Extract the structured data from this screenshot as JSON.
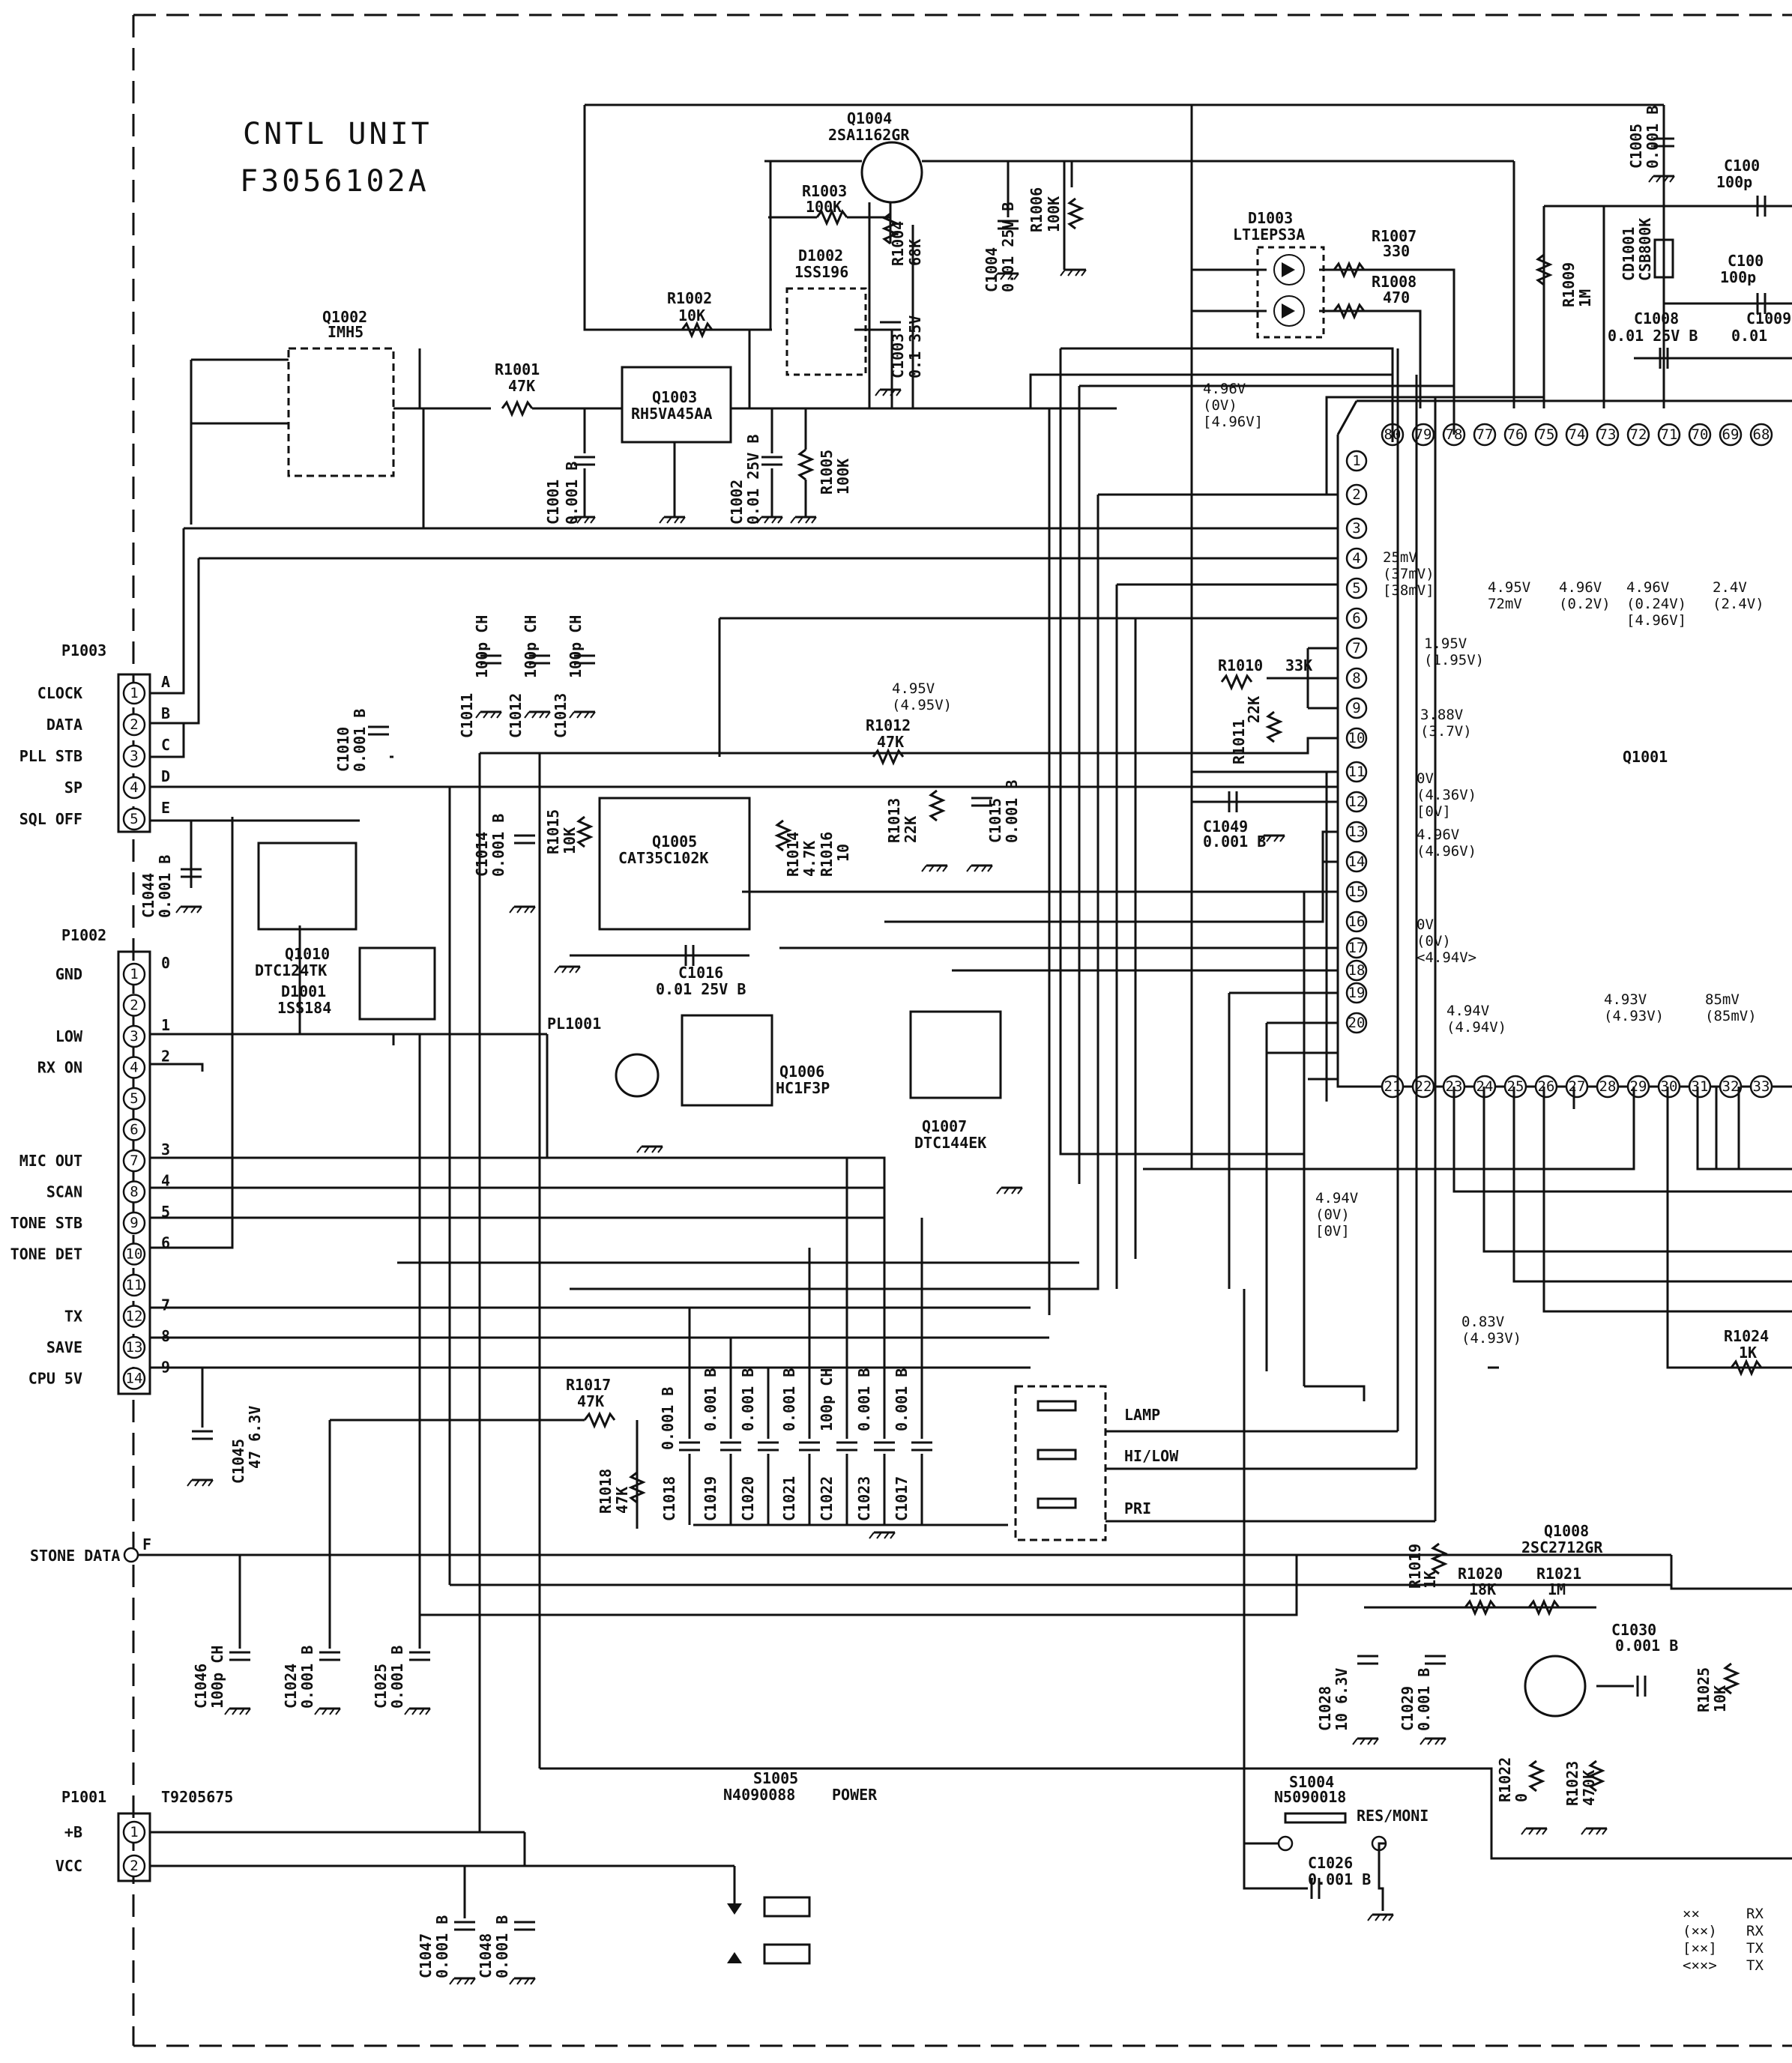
{
  "title": {
    "line1": "CNTL UNIT",
    "line2": "F3056102A"
  },
  "p1003": {
    "ref": "P1003",
    "pins": [
      {
        "n": "1",
        "label": "CLOCK",
        "wire": "A"
      },
      {
        "n": "2",
        "label": "DATA",
        "wire": "B"
      },
      {
        "n": "3",
        "label": "PLL STB",
        "wire": "C"
      },
      {
        "n": "4",
        "label": "SP",
        "wire": "D"
      },
      {
        "n": "5",
        "label": "SQL OFF",
        "wire": "E"
      }
    ]
  },
  "p1002": {
    "ref": "P1002",
    "pins": [
      {
        "n": "1",
        "label": "GND",
        "wire": "0"
      },
      {
        "n": "2",
        "label": "",
        "wire": ""
      },
      {
        "n": "3",
        "label": "LOW",
        "wire": "1"
      },
      {
        "n": "4",
        "label": "RX ON",
        "wire": "2"
      },
      {
        "n": "5",
        "label": "",
        "wire": ""
      },
      {
        "n": "6",
        "label": "",
        "wire": ""
      },
      {
        "n": "7",
        "label": "MIC OUT",
        "wire": "3"
      },
      {
        "n": "8",
        "label": "SCAN",
        "wire": "4"
      },
      {
        "n": "9",
        "label": "TONE STB",
        "wire": "5"
      },
      {
        "n": "10",
        "label": "TONE DET",
        "wire": "6"
      },
      {
        "n": "11",
        "label": "",
        "wire": ""
      },
      {
        "n": "12",
        "label": "TX",
        "wire": "7"
      },
      {
        "n": "13",
        "label": "SAVE",
        "wire": "8"
      },
      {
        "n": "14",
        "label": "CPU 5V",
        "wire": "9"
      }
    ]
  },
  "p1001": {
    "ref": "P1001",
    "part": "T9205675",
    "pins": [
      {
        "n": "1",
        "label": "+B"
      },
      {
        "n": "2",
        "label": "VCC"
      }
    ]
  },
  "stone": {
    "label": "STONE DATA",
    "wire": "F"
  },
  "components": {
    "q1004": [
      "Q1004",
      "2SA1162GR"
    ],
    "q1002": [
      "Q1002",
      "IMH5"
    ],
    "q1003": [
      "Q1003",
      "RH5VA45AA"
    ],
    "q1005": [
      "Q1005",
      "CAT35C102K"
    ],
    "q1006": [
      "Q1006",
      "HC1F3P"
    ],
    "q1007": [
      "Q1007",
      "DTC144EK"
    ],
    "q1010": [
      "Q1010",
      "DTC124TK"
    ],
    "d1001": [
      "D1001",
      "1SS184"
    ],
    "d1002": [
      "D1002",
      "1SS196"
    ],
    "d1003": [
      "D1003",
      "LT1EPS3A"
    ],
    "q1008": [
      "Q1008",
      "2SC2712GR"
    ],
    "q1001": "Q1001",
    "pl1001": "PL1001",
    "s1004": [
      "S1004",
      "N5090018",
      "RES/MONI"
    ],
    "s1005": [
      "S1005",
      "N4090088",
      "POWER"
    ],
    "r1001": [
      "R1001",
      "47K"
    ],
    "r1002": [
      "R1002",
      "10K"
    ],
    "r1003": [
      "R1003",
      "100K"
    ],
    "r1004": [
      "R1004",
      "68K"
    ],
    "r1005": [
      "R1005",
      "100K"
    ],
    "r1006": [
      "R1006",
      "100K"
    ],
    "r1007": [
      "R1007",
      "330"
    ],
    "r1008": [
      "R1008",
      "470"
    ],
    "r1009": [
      "R1009",
      "1M"
    ],
    "r1010": [
      "R1010",
      "33K"
    ],
    "r1011": [
      "R1011",
      "22K"
    ],
    "r1012": [
      "R1012",
      "47K"
    ],
    "r1013": [
      "R1013",
      "22K"
    ],
    "r1014": [
      "R1014",
      "4.7K"
    ],
    "r1015": [
      "R1015",
      "10K"
    ],
    "r1016": [
      "R1016",
      "10"
    ],
    "r1017": [
      "R1017",
      "47K"
    ],
    "r1018": [
      "R1018",
      "47K"
    ],
    "r1019": [
      "R1019",
      "1K"
    ],
    "r1020": [
      "R1020",
      "18K"
    ],
    "r1021": [
      "R1021",
      "1M"
    ],
    "r1022": [
      "R1022",
      "0"
    ],
    "r1023": [
      "R1023",
      "470K"
    ],
    "r1024": [
      "R1024",
      "1K"
    ],
    "r1025": [
      "R1025",
      "10K"
    ],
    "c1001": [
      "C1001",
      "0.001 B"
    ],
    "c1002": [
      "C1002",
      "0.01 25V B"
    ],
    "c1003": [
      "C1003",
      "0.1 35V"
    ],
    "c1004": [
      "C1004",
      "0.01 25V B"
    ],
    "c1005": [
      "C1005",
      "0.001 B"
    ],
    "c1008": [
      "C1008",
      "0.01 25V B"
    ],
    "c1009": [
      "C1009",
      "0.01"
    ],
    "c1010": [
      "C1010",
      "0.001 B"
    ],
    "c1011": [
      "C1011",
      "100p CH"
    ],
    "c1012": [
      "C1012",
      "100p CH"
    ],
    "c1013": [
      "C1013",
      "100p CH"
    ],
    "c1014": [
      "C1014",
      "0.001 B"
    ],
    "c1015": [
      "C1015",
      "0.001 B"
    ],
    "c1016": [
      "C1016",
      "0.01 25V B"
    ],
    "c1017": [
      "C1017",
      "0.001 B"
    ],
    "c1018": [
      "C1018",
      "0.001 B"
    ],
    "c1019": [
      "C1019",
      "0.001 B"
    ],
    "c1020": [
      "C1020",
      "0.001 B"
    ],
    "c1021": [
      "C1021",
      "0.001 B"
    ],
    "c1022": [
      "C1022",
      "100p CH"
    ],
    "c1023": [
      "C1023",
      "0.001 B"
    ],
    "c1024": [
      "C1024",
      "0.001 B"
    ],
    "c1025": [
      "C1025",
      "0.001 B"
    ],
    "c1026": [
      "C1026",
      "0.001 B"
    ],
    "c1028": [
      "C1028",
      "10 6.3V"
    ],
    "c1029": [
      "C1029",
      "0.001 B"
    ],
    "c1030": [
      "C1030",
      "0.001 B"
    ],
    "c1044": [
      "C1044",
      "0.001 B"
    ],
    "c1045": [
      "C1045",
      "47 6.3V"
    ],
    "c1046": [
      "C1046",
      "100p CH"
    ],
    "c1047": [
      "C1047",
      "0.001 B"
    ],
    "c1048": [
      "C1048",
      "0.001 B"
    ],
    "c1049": [
      "C1049",
      "0.001 B"
    ],
    "cd1001": [
      "CD1001",
      "CSB800K"
    ],
    "c100a": [
      "C100",
      "100p"
    ],
    "c100b": [
      "C100",
      "100p"
    ]
  },
  "switches": [
    "LAMP",
    "HI/LOW",
    "PRI"
  ],
  "q1001_left_pins": [
    "1",
    "2",
    "3",
    "4",
    "5",
    "6",
    "7",
    "8",
    "9",
    "10",
    "11",
    "12",
    "13",
    "14",
    "15",
    "16",
    "17",
    "18",
    "19",
    "20"
  ],
  "q1001_top_pins": [
    "80",
    "79",
    "78",
    "77",
    "76",
    "75",
    "74",
    "73",
    "72",
    "71",
    "70",
    "69",
    "68"
  ],
  "q1001_bottom_pins": [
    "21",
    "22",
    "23",
    "24",
    "25",
    "26",
    "27",
    "28",
    "29",
    "30",
    "31",
    "32",
    "33"
  ],
  "voltages": {
    "pin1": [
      "4.96V",
      "(0V)",
      "[4.96V]"
    ],
    "pin4_5": [
      "25mV",
      "(37mV)",
      "[38mV]"
    ],
    "pin78": [
      "4.95V",
      "72mV"
    ],
    "pin76": [
      "4.96V",
      "(0.2V)"
    ],
    "pin74": [
      "4.96V",
      "(0.24V)",
      "[4.96V]"
    ],
    "pin73": [
      "2.4V",
      "(2.4V)"
    ],
    "pin7": [
      "1.95V",
      "(1.95V)"
    ],
    "pin9": [
      "3.88V",
      "(3.7V)"
    ],
    "pin11": [
      "0V",
      "(4.36V)",
      "[0V]"
    ],
    "pin13": [
      "4.96V",
      "(4.96V)"
    ],
    "pin17": [
      "0V",
      "(0V)",
      "<4.94V>"
    ],
    "pin19": [
      "4.94V",
      "(4.94V)"
    ],
    "pin29": [
      "4.93V",
      "(4.93V)"
    ],
    "pin30": [
      "85mV",
      "(85mV)"
    ],
    "r1012": [
      "4.95V",
      "(4.95V)"
    ],
    "pin15": [
      "4.94V",
      "(0V)",
      "[0V]"
    ],
    "save": [
      "0.83V",
      "(4.93V)"
    ]
  },
  "legend": [
    {
      "sym": "××",
      "mode": "RX"
    },
    {
      "sym": "(××)",
      "mode": "RX"
    },
    {
      "sym": "[××]",
      "mode": "TX"
    },
    {
      "sym": "<××>",
      "mode": "TX"
    }
  ]
}
